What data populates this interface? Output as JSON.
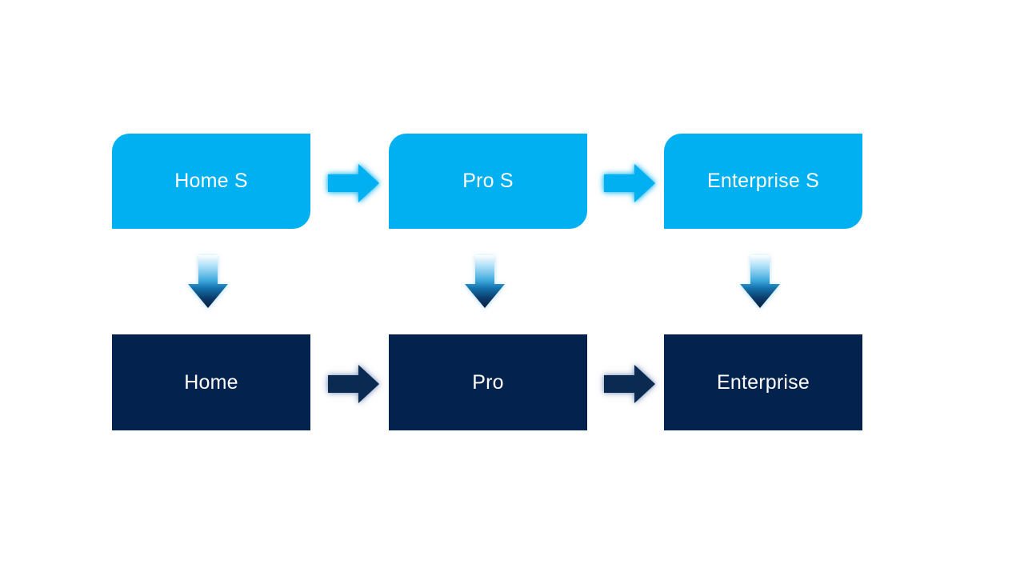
{
  "colors": {
    "slide_bg": "#FFFFFF",
    "box_top": "#00B0F0",
    "box_bottom": "#03234E",
    "box_text": "#FFFFFF",
    "arrow_top": "#00B0F0",
    "arrow_bottom": "#0B2A52",
    "arrow_glow_top": "rgba(0,176,240,0.65)",
    "arrow_glow_bottom": "rgba(96,122,168,0.50)",
    "arrow_glow_down": "rgba(0,140,220,0.30)",
    "down_arrow_gradient": [
      "#FEFFFF",
      "#A8DDF7",
      "#3FA9DC",
      "#1473AE",
      "#0B3A69",
      "#071F3F"
    ]
  },
  "diagram": {
    "columns": [
      {
        "top_label": "Home S",
        "bottom_label": "Home"
      },
      {
        "top_label": "Pro S",
        "bottom_label": "Pro"
      },
      {
        "top_label": "Enterprise S",
        "bottom_label": "Enterprise"
      }
    ]
  }
}
